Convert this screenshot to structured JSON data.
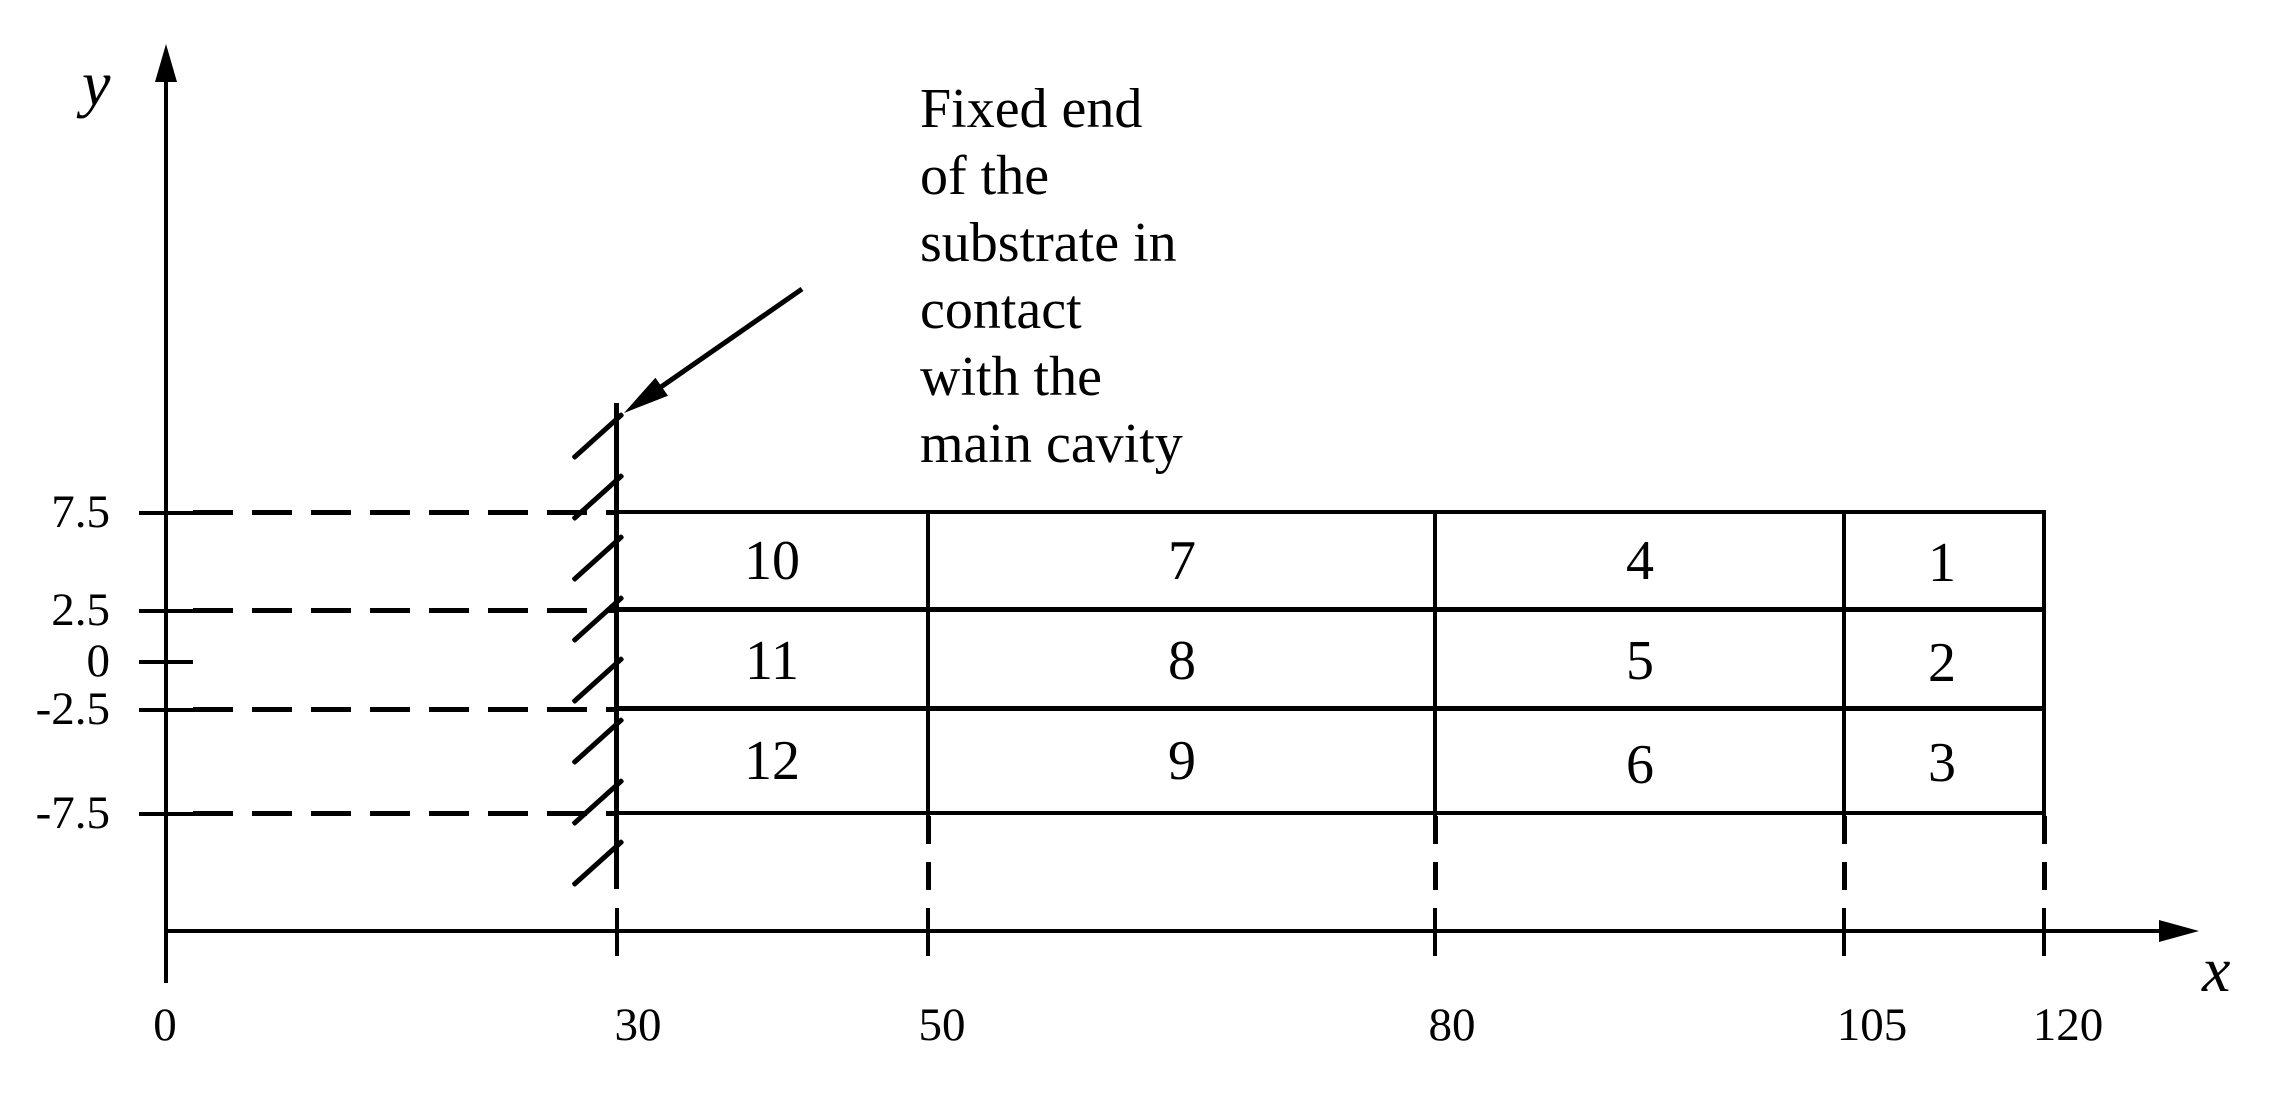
{
  "figure": {
    "background_color": "#ffffff",
    "ink_color": "#000000",
    "axes": {
      "x_label": "x",
      "y_label": "y"
    },
    "x_ticks": [
      "0",
      "30",
      "50",
      "80",
      "105",
      "120"
    ],
    "y_ticks": [
      "7.5",
      "2.5",
      "0",
      "-2.5",
      "-7.5"
    ],
    "annotation": {
      "lines": [
        "Fixed end",
        "of the",
        "substrate in",
        "contact",
        "with the",
        "main cavity"
      ]
    },
    "grid_cells": [
      "10",
      "7",
      "4",
      "1",
      "11",
      "8",
      "5",
      "2",
      "12",
      "9",
      "6",
      "3"
    ]
  }
}
